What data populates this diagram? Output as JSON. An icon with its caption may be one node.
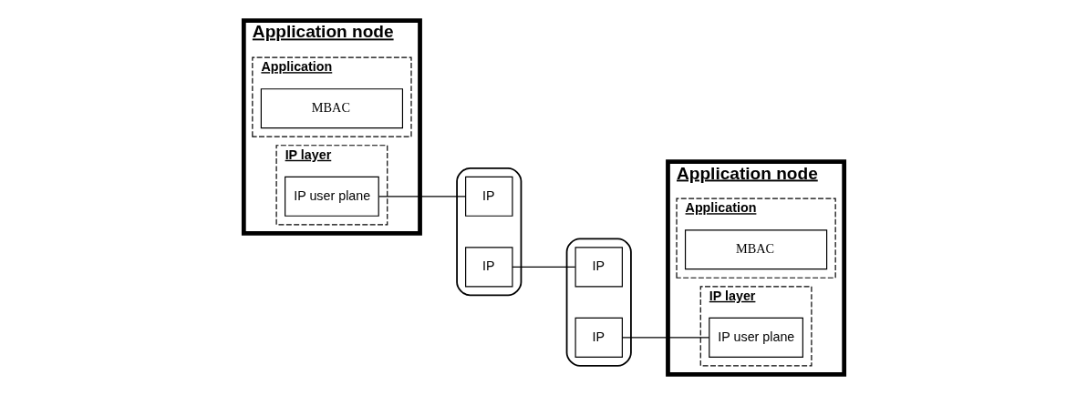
{
  "diagram": {
    "nodes": [
      {
        "text": [
          "Application node"
        ]
      },
      {
        "text": [
          "Application"
        ],
        "in": 0
      },
      {
        "text": [
          "MBAC"
        ],
        "in": 1
      },
      {
        "text": [
          "IP layer"
        ],
        "in": 0
      },
      {
        "text": [
          "IP user plane"
        ],
        "in": 3
      },
      {
        "text": [],
        "shape": "cloud"
      },
      {
        "text": [
          "IP"
        ],
        "in": 5
      },
      {
        "text": [
          "IP"
        ],
        "in": 5
      },
      {
        "text": [],
        "shape": "cloud"
      },
      {
        "text": [
          "IP"
        ],
        "in": 8
      },
      {
        "text": [
          "IP"
        ],
        "in": 8
      },
      {
        "text": [
          "Application node"
        ]
      },
      {
        "text": [
          "Application"
        ],
        "in": 11
      },
      {
        "text": [
          "MBAC"
        ],
        "in": 12
      },
      {
        "text": [
          "IP layer"
        ],
        "in": 11
      },
      {
        "text": [
          "IP user plane"
        ],
        "in": 14
      }
    ],
    "edges": [
      {
        "from": 4,
        "to": 6,
        "arrow": "none"
      },
      {
        "from": 7,
        "to": 9,
        "arrow": "none"
      },
      {
        "from": 10,
        "to": 15,
        "arrow": "none"
      }
    ]
  }
}
